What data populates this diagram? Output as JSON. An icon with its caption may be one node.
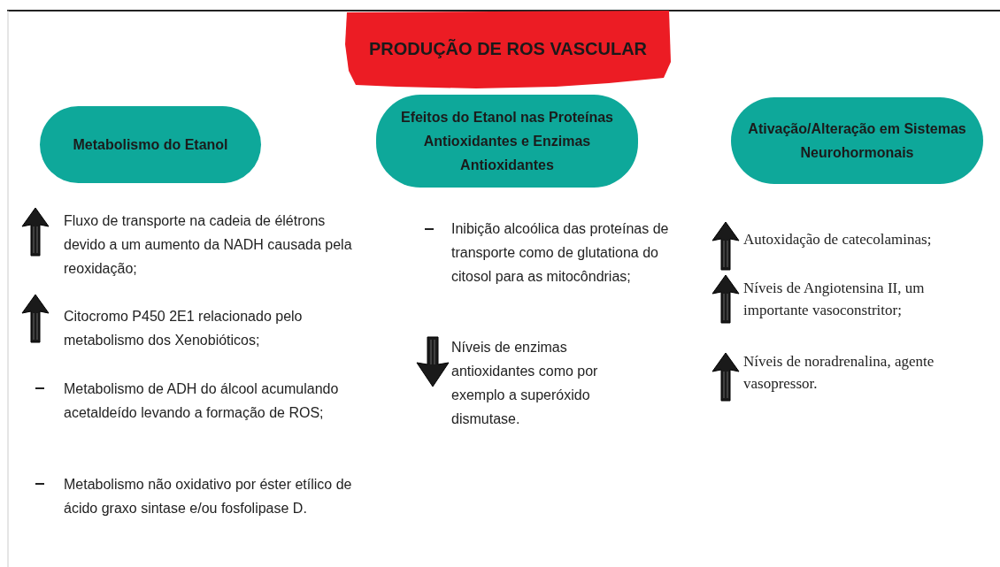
{
  "diagram": {
    "title": "PRODUÇÃO DE ROS VASCULAR",
    "nodes": [
      {
        "text": [
          "Metabolismo do Etanol"
        ]
      },
      {
        "text": [
          "Efeitos do Etanol nas Proteínas Antioxidantes e Enzimas Antioxidantes"
        ]
      },
      {
        "text": [
          "Ativação/Alteração em Sistemas Neurohormonais"
        ]
      }
    ],
    "labels": [
      "Fluxo de transporte na cadeia de élétrons devido a um aumento da NADH causada pela reoxidação;",
      "Citocromo P450 2E1 relacionado pelo metabolismo dos Xenobióticos;",
      "Metabolismo de ADH do álcool acumulando acetaldeído levando a formação de ROS;",
      "Metabolismo não oxidativo por éster etílico de ácido graxo sintase e/ou fosfolipase D.",
      "Inibição alcoólica das proteínas de transporte como de glutationa do citosol para as mitocôndrias;",
      "Níveis de enzimas antioxidantes como por exemplo a superóxido dismutase.",
      "Autoxidação de catecolaminas;",
      "Níveis de Angiotensina II, um importante vasoconstritor;",
      "Níveis de noradrenalina, agente vasopressor."
    ]
  }
}
